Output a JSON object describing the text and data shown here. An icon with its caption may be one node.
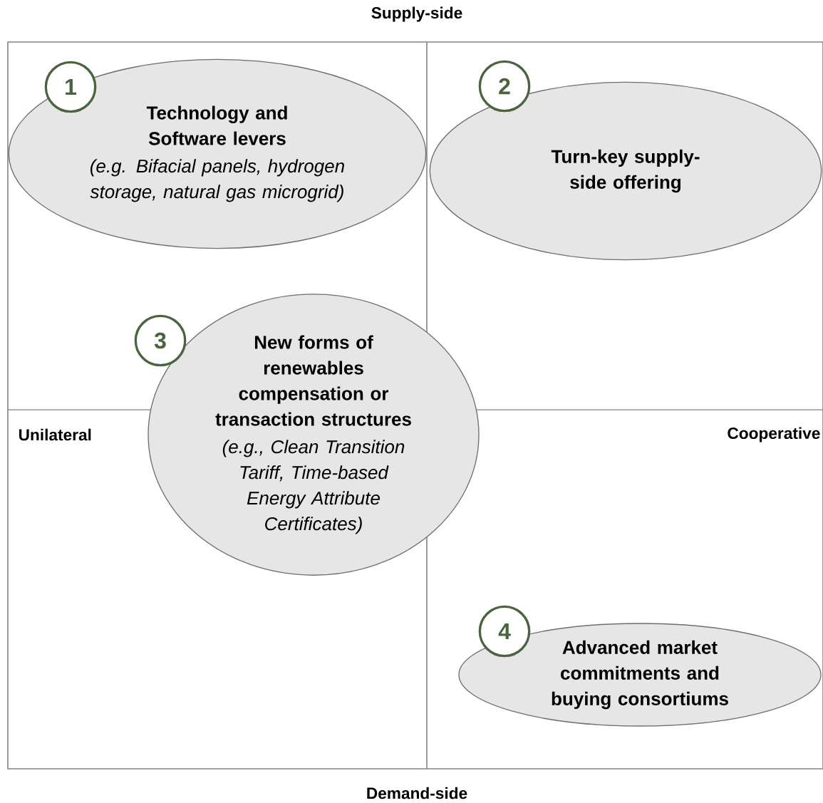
{
  "diagram": {
    "nodes": [
      {
        "text": [
          "1"
        ]
      },
      {
        "text": [
          "Technology and Software levers",
          "(e.g. Bifacial panels, hydrogen storage, natural gas microgrid)"
        ]
      },
      {
        "text": [
          "2"
        ]
      },
      {
        "text": [
          "Turn-key supply-side offering"
        ]
      },
      {
        "text": [
          "3"
        ]
      },
      {
        "text": [
          "New forms of renewables compensation or transaction structures",
          "(e.g., Clean Transition Tariff, Time-based Energy Attribute Certificates)"
        ]
      },
      {
        "text": [
          "4"
        ]
      },
      {
        "text": [
          "Advanced market commitments and buying consortiums"
        ]
      }
    ],
    "labels": [
      "Supply-side",
      "Unilateral",
      "Cooperative",
      "Demand-side"
    ]
  }
}
